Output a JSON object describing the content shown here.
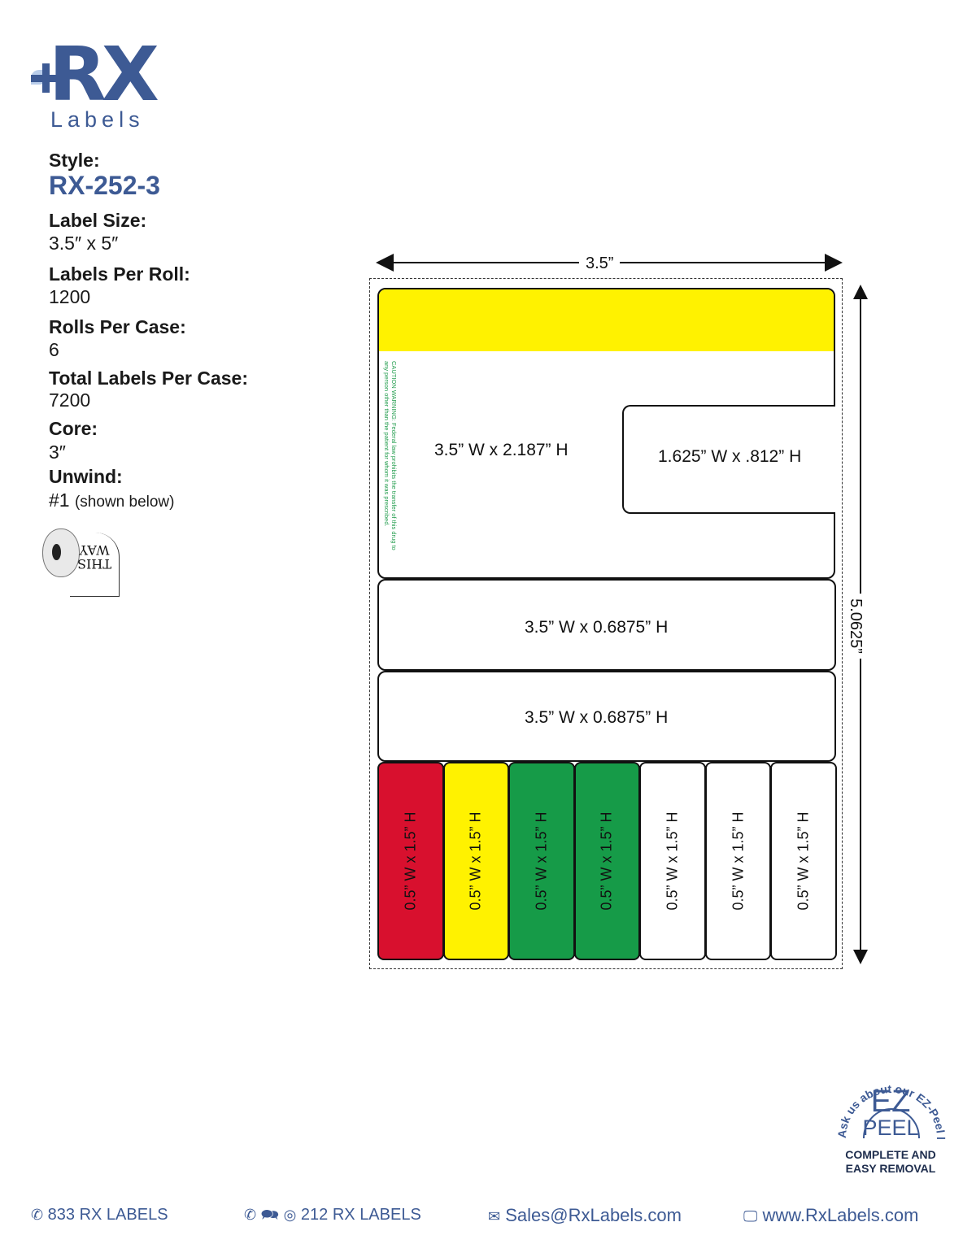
{
  "brand": {
    "mark": "RX",
    "sub": "Labels"
  },
  "specs": {
    "style_label": "Style:",
    "style_value": "RX-252-3",
    "size_label": "Label Size:",
    "size_value": "3.5″ x 5″",
    "per_roll_label": "Labels Per Roll:",
    "per_roll_value": "1200",
    "rolls_label": "Rolls Per Case:",
    "rolls_value": "6",
    "total_label": "Total Labels Per Case:",
    "total_value": "7200",
    "core_label": "Core:",
    "core_value": "3″",
    "unwind_label": "Unwind:",
    "unwind_value": "#1",
    "unwind_note": "(shown below)",
    "roll_icon_text": "THIS WAY"
  },
  "diagram": {
    "width_dim": "3.5”",
    "height_dim": "5.0625”",
    "caution_text": "CAUTION WARNING: Federal law prohibits the transfer of this drug to any person other than the patient for whom it was prescribed.",
    "main_label": "3.5” W x 2.187” H",
    "inset_label": "1.625” W x .812” H",
    "strip_label_1": "3.5” W x 0.6875” H",
    "strip_label_2": "3.5” W x 0.6875” H",
    "small_labels": [
      {
        "text": "0.5” W x 1.5” H",
        "color": "#d8102e"
      },
      {
        "text": "0.5” W x 1.5” H",
        "color": "#fff200"
      },
      {
        "text": "0.5” W x 1.5” H",
        "color": "#169b48"
      },
      {
        "text": "0.5” W x 1.5” H",
        "color": "#169b48"
      },
      {
        "text": "0.5” W x 1.5” H",
        "color": "#ffffff"
      },
      {
        "text": "0.5” W x 1.5” H",
        "color": "#ffffff"
      },
      {
        "text": "0.5” W x 1.5” H",
        "color": "#ffffff"
      }
    ],
    "top_band_color": "#fff200"
  },
  "badge": {
    "arc_text": "Ask us about our EZ-Peel labels!",
    "main": "EZ",
    "sub": "PEEL",
    "tag_line_1": "COMPLETE AND",
    "tag_line_2": "EASY REMOVAL"
  },
  "footer": {
    "phone": "833 RX LABELS",
    "text_line": "212 RX LABELS",
    "email": "Sales@RxLabels.com",
    "website": "www.RxLabels.com"
  },
  "colors": {
    "brand_blue": "#3d5a94",
    "green_text": "#1e9b4a"
  }
}
